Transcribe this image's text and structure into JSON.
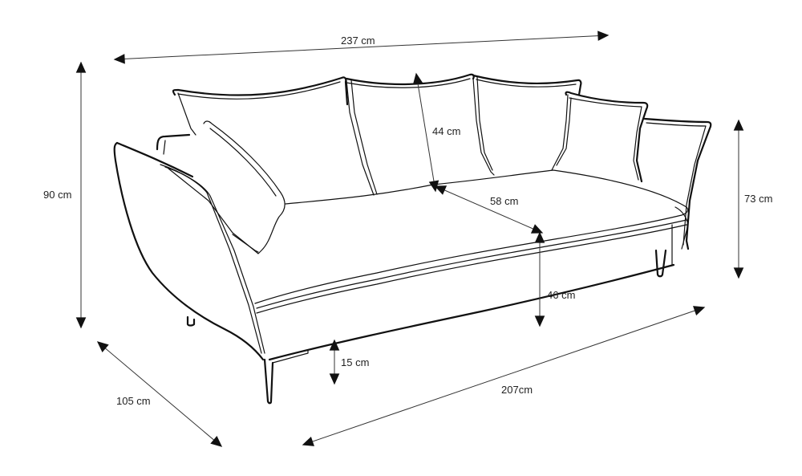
{
  "diagram": {
    "subject": "sofa",
    "view": "perspective line drawing",
    "line_color": "#111111",
    "text_color": "#222222",
    "background": "#ffffff",
    "dimensions": {
      "overall_width": "237 cm",
      "overall_height": "90 cm",
      "backrest_cushion_height": "44 cm",
      "seat_depth": "58 cm",
      "armrest_height": "73 cm",
      "seat_height": "46 cm",
      "leg_clearance": "15 cm",
      "seat_width": "207cm",
      "overall_depth": "105 cm"
    }
  }
}
